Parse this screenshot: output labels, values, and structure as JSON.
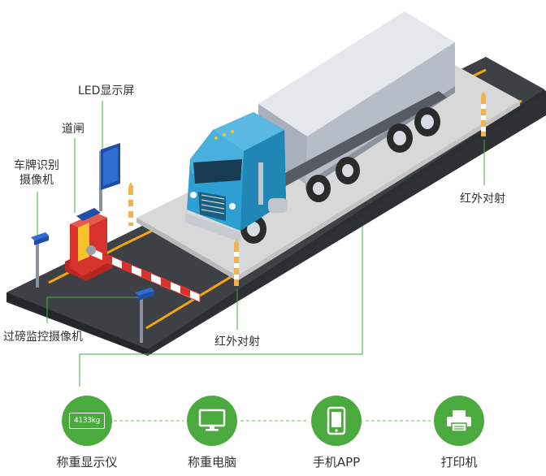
{
  "labels": {
    "led_screen": "LED显示屏",
    "barrier_gate": "道闸",
    "plate_camera_line1": "车牌识别",
    "plate_camera_line2": "摄像机",
    "infrared_right": "红外对射",
    "infrared_front": "红外对射",
    "weighing_camera": "过磅监控摄像机"
  },
  "devices": [
    {
      "label": "称重显示仪",
      "display_value": "4133kg",
      "icon": "weighing-display-icon"
    },
    {
      "label": "称重电脑",
      "icon": "computer-monitor-icon"
    },
    {
      "label": "手机APP",
      "icon": "smartphone-icon"
    },
    {
      "label": "打印机",
      "icon": "printer-icon"
    }
  ],
  "colors": {
    "device_green": "#4aaa3e",
    "connector_green": "#6cc25f",
    "road_dark": "#3a3d41",
    "platform": "#d9d9d9",
    "lane_line": "#f2a413",
    "truck_cab": "#2e9fd2",
    "container": "#c8ccd6",
    "barrier_red": "#d8322c",
    "barrier_yellow": "#f6c22a"
  }
}
